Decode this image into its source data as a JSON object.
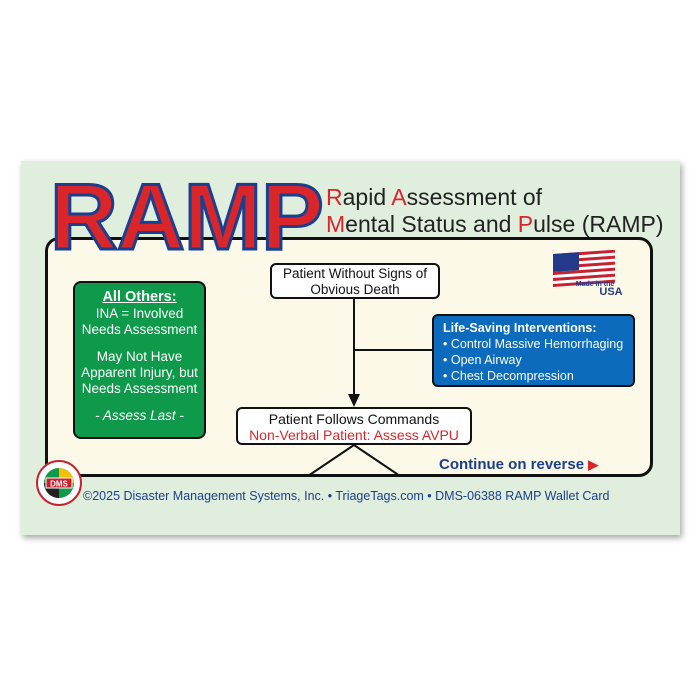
{
  "card": {
    "logo_word": "RAMP",
    "subtitle": {
      "line1": [
        {
          "text": "R",
          "cap": true
        },
        {
          "text": "apid ",
          "cap": false
        },
        {
          "text": "A",
          "cap": true
        },
        {
          "text": "ssessment of",
          "cap": false
        }
      ],
      "line2": [
        {
          "text": "M",
          "cap": true
        },
        {
          "text": "ental Status and ",
          "cap": false
        },
        {
          "text": "P",
          "cap": true
        },
        {
          "text": "ulse (RAMP)",
          "cap": false
        }
      ]
    },
    "flag": {
      "caption_top": "Made in the",
      "caption_bottom": "USA"
    },
    "all_others": {
      "title": "All Others:",
      "para1": "INA = Involved Needs Assessment",
      "para2": "May Not Have Apparent Injury, but Needs Assessment",
      "assess": "- Assess Last -"
    },
    "flow": {
      "box1": "Patient Without Signs of Obvious Death",
      "box2_line1": "Patient Follows Commands",
      "box2_line2": "Non-Verbal Patient: Assess AVPU"
    },
    "interventions": {
      "title": "Life-Saving Interventions:",
      "items": [
        "Control Massive Hemorrhaging",
        "Open Airway",
        "Chest Decompression"
      ]
    },
    "continue_label": "Continue on reverse",
    "footer": "©2025 Disaster Management Systems, Inc. • TriageTags.com • DMS-06388 RAMP Wallet Card",
    "dms_logo_text": "DMS",
    "colors": {
      "red": "#d9262b",
      "navy": "#1b3f8f",
      "green": "#0f9a4b",
      "blue": "#0d6bbd"
    }
  }
}
